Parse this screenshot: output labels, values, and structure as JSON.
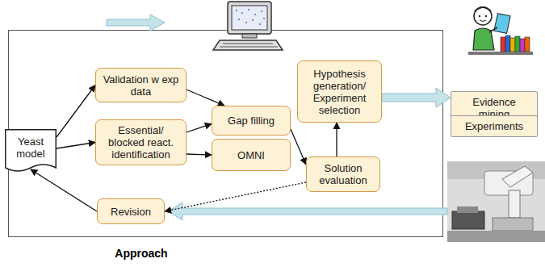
{
  "diagram": {
    "caption": "Approach",
    "nodes": [
      {
        "text": [
          "Yeast model"
        ]
      },
      {
        "text": [
          "Validation w exp data"
        ]
      },
      {
        "text": [
          "Essential/ blocked react. identification"
        ]
      },
      {
        "text": [
          "Gap filling"
        ]
      },
      {
        "text": [
          "OMNI"
        ]
      },
      {
        "text": [
          "Hypothesis generation/ Experiment selection"
        ]
      },
      {
        "text": [
          "Solution evaluation"
        ]
      },
      {
        "text": [
          "Revision"
        ]
      },
      {
        "text": [
          "Evidence mining"
        ]
      },
      {
        "text": [
          "Experiments"
        ]
      }
    ],
    "edges": [
      {
        "from": 0,
        "to": 1,
        "arrow": "to"
      },
      {
        "from": 0,
        "to": 2,
        "arrow": "to"
      },
      {
        "from": 1,
        "to": 3,
        "arrow": "to"
      },
      {
        "from": 2,
        "to": 3,
        "arrow": "to"
      },
      {
        "from": 2,
        "to": 4,
        "arrow": "to"
      },
      {
        "from": 3,
        "to": 6,
        "arrow": "to"
      },
      {
        "from": 6,
        "to": 5,
        "arrow": "to"
      },
      {
        "from": 6,
        "to": 7,
        "arrow": "to"
      },
      {
        "from": 7,
        "to": 0,
        "arrow": "to"
      },
      {
        "from": 5,
        "to": 8,
        "arrow": "to"
      }
    ]
  }
}
